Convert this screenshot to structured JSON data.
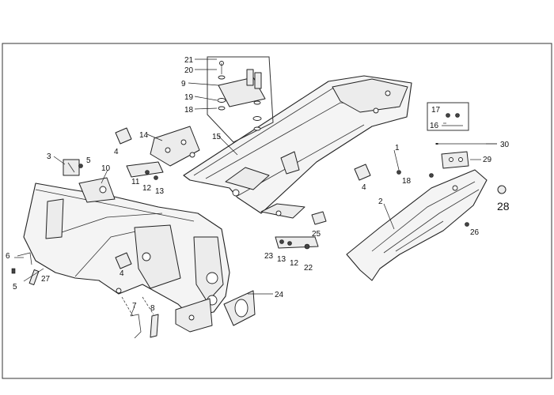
{
  "diagram": {
    "callouts": {
      "c1": "1",
      "c2": "2",
      "c3": "3",
      "c4a": "4",
      "c4b": "4",
      "c4c": "4",
      "c5a": "5",
      "c5b": "5",
      "c6": "6",
      "c7": "7",
      "c8": "8",
      "c9": "9",
      "c10": "10",
      "c11": "11",
      "c12a": "12",
      "c12b": "12",
      "c13a": "13",
      "c13b": "13",
      "c14": "14",
      "c15": "15",
      "c16": "16",
      "c17": "17",
      "c18a": "18",
      "c18b": "18",
      "c19": "19",
      "c20": "20",
      "c21": "21",
      "c22": "22",
      "c23": "23",
      "c24": "24",
      "c25": "25",
      "c26": "26",
      "c27": "27",
      "c28": "28",
      "c29": "29",
      "c30": "30"
    }
  }
}
